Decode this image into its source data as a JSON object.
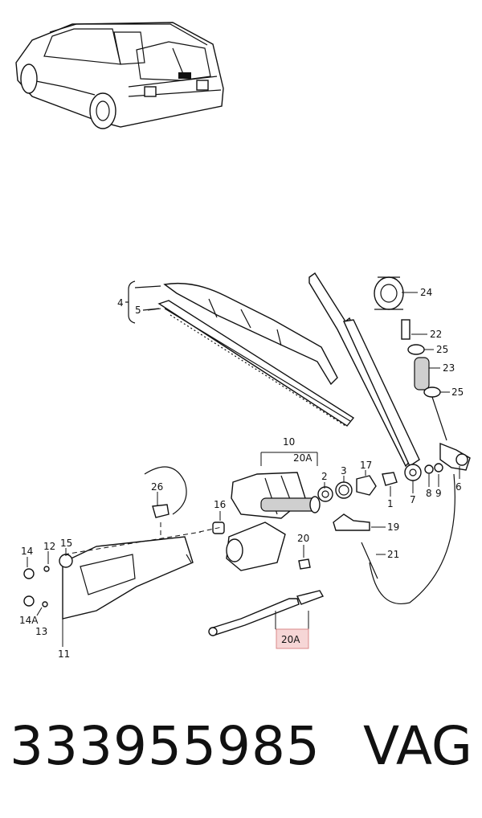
{
  "callouts": {
    "c4": "4",
    "c5": "5",
    "c10": "10",
    "c20A_top": "20A",
    "c24": "24",
    "c22": "22",
    "c25a": "25",
    "c23": "23",
    "c25b": "25",
    "c26": "26",
    "c2": "2",
    "c3": "3",
    "c17": "17",
    "c1": "1",
    "c7": "7",
    "c8": "8",
    "c9": "9",
    "c6": "6",
    "c16": "16",
    "c19": "19",
    "c20": "20",
    "c21": "21",
    "c14": "14",
    "c12": "12",
    "c15": "15",
    "c14A": "14A",
    "c13": "13",
    "c11": "11",
    "c20A_bottom": "20A"
  },
  "footer": {
    "part_number": "333955985",
    "brand": "VAG"
  },
  "colors": {
    "line": "#111111",
    "highlight_fill": "#f6d6d6",
    "highlight_stroke": "#d98a8a"
  }
}
